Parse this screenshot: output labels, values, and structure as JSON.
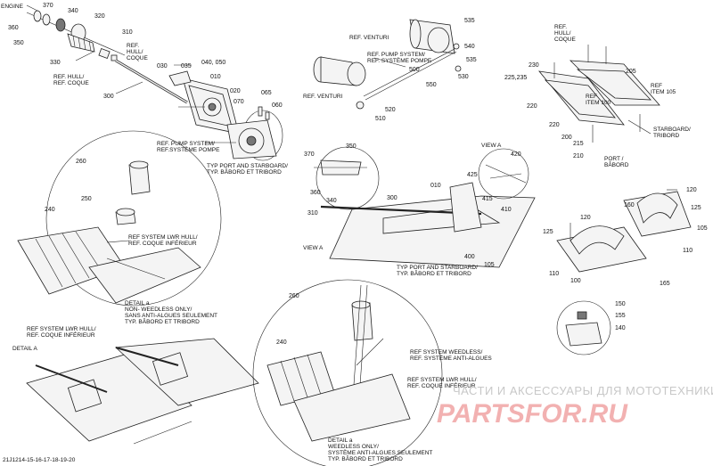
{
  "refs": {
    "engine": "ENGINE",
    "hull_coque_1": "REF.\nHULL/\nCOQUE",
    "hull_coque_2": "REF. HULL/\nREF. COQUE",
    "venturi_1": "REF. VENTURI",
    "venturi_2": "REF. VENTURI",
    "pump_system_1": "REF. PUMP SYSTEM/\nREF. SYSTÈME POMPE",
    "pump_system_2": "REF. PUMP SYSTEM/\nREF.SYSTÈME POMPE",
    "typ_port_1": "TYP PORT AND STARBOARD/\nTYP. BÂBORD ET TRIBORD",
    "typ_port_2": "TYP PORT AND STARBOARD/\nTYP. BÂBORD ET TRIBORD",
    "lwr_hull_1": "REF SYSTEM LWR HULL/\nREF. COQUE INFÉRIEUR",
    "lwr_hull_2": "REF SYSTEM LWR HULL/\nREF. COQUE INFÉRIEUR",
    "lwr_hull_3": "REF SYSTEM LWR HULL/\nREF. COQUE INFÉRIEUR",
    "detail_a_non": "DETAIL a\nNON-  WEEDLESS ONLY/\nSANS ANTI-ALGUES SEULEMENT\nTYP. BÂBORD ET TRIBORD",
    "detail_a_weedless": "DETAIL a\nWEEDLESS ONLY/\nSYSTÈME ANTI-ALGUES SEULEMENT\nTYP. BÂBORD ET TRIBORD",
    "weedless": "REF SYSTEM WEEDLESS/\nREF. SYSTÈME ANTI-ALGUES",
    "detail_a": "DETAIL A",
    "view_a_1": "VIEW A",
    "view_a_2": "VIEW A",
    "hull_coque_3": "REF.\nHULL/\nCOQUE",
    "item_100": "REF\nITEM 100",
    "item_105": "REF\nITEM 105",
    "starboard": "STARBOARD/\nTRIBORD",
    "port": "PORT /\nBÂBORD"
  },
  "part_numbers": {
    "n370": "370",
    "n340": "340",
    "n320": "320",
    "n360": "360",
    "n350": "350",
    "n330": "330",
    "n310": "310",
    "n300": "300",
    "n030": "030",
    "n035": "035",
    "n040": "040, 050",
    "n010": "010",
    "n020": "020",
    "n070": "070",
    "n065": "065",
    "n060": "060",
    "n535": "535",
    "n540": "540",
    "n535b": "535",
    "n530": "530",
    "n550": "550",
    "n500": "500",
    "n520": "520",
    "n510": "510",
    "n230": "230",
    "n225": "225,235",
    "n205": "205",
    "n220a": "220",
    "n220b": "220",
    "n200": "200",
    "n215": "215",
    "n210": "210",
    "d370": "370",
    "d350": "350",
    "d360": "360",
    "d340": "340",
    "d300": "300",
    "d310": "310",
    "d010": "010",
    "d420": "420",
    "d425": "425",
    "d415": "415",
    "d410": "410",
    "d400": "400",
    "d105": "105",
    "b260": "260",
    "b250": "250",
    "b240": "240",
    "e260": "260",
    "e240": "240",
    "f120a": "120",
    "f120b": "120",
    "f125a": "125",
    "f125b": "125",
    "f160": "160",
    "f105": "105",
    "f110a": "110",
    "f110b": "110",
    "f100": "100",
    "f165": "165",
    "g150": "150",
    "g155": "155",
    "g140": "140"
  },
  "watermark": {
    "line1": "ЧАСТИ И АКСЕССУАРЫ ДЛЯ МОТОТЕХНИКИ",
    "line2": "PARTSFOR.RU"
  },
  "footer": {
    "code": "21J1214-15-16-17-18-19-20"
  }
}
